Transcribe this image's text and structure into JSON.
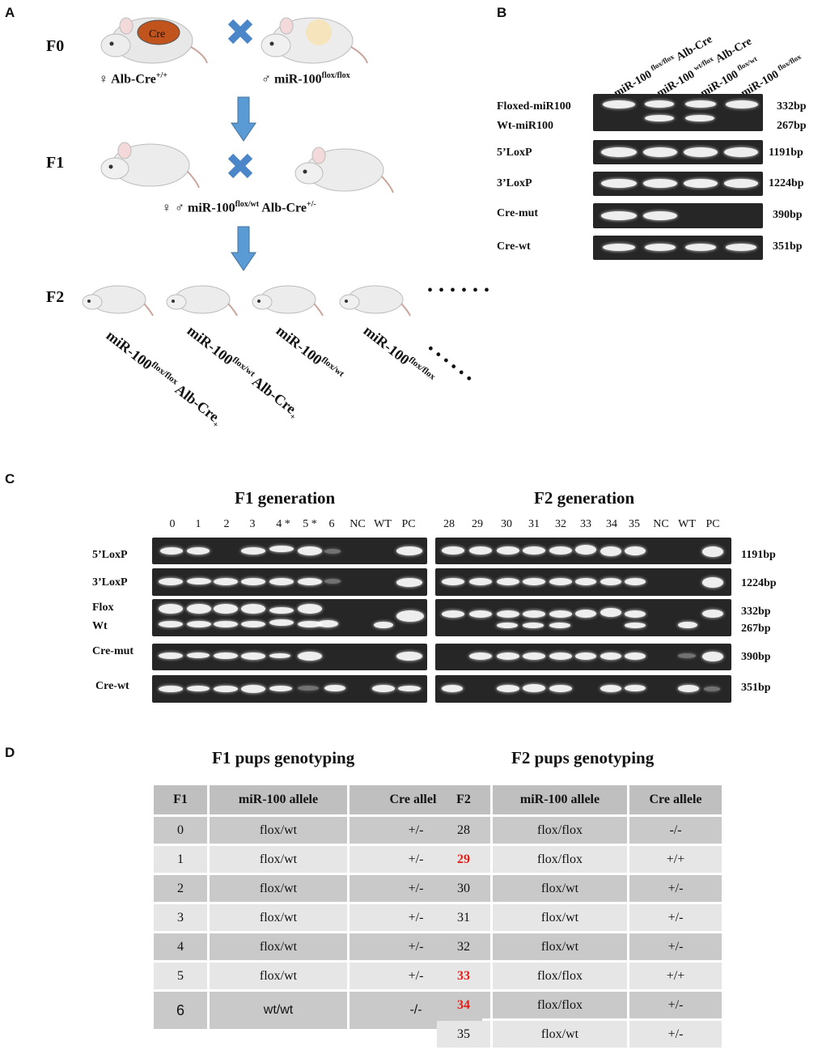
{
  "panels": {
    "A": "A",
    "B": "B",
    "C": "C",
    "D": "D"
  },
  "panelA": {
    "f0": "F0",
    "f1": "F1",
    "f2": "F2",
    "cre_label": "Cre",
    "female_f0": "♀ Alb-Cre",
    "female_f0_sup": "+/+",
    "male_f0": "♂ miR-100",
    "male_f0_sup": "flox/flox",
    "f1_cross_prefix": "♀ ♂ miR-100",
    "f1_cross_sup": "flox/wt",
    "f1_cross_suffix": " Alb-Cre",
    "f1_cross_sup2": "+/-",
    "dots": "• • • • • •",
    "f2_labels": [
      {
        "base": "miR-100",
        "sup": "flox/flox",
        "tail": " Alb-Cre",
        "tail_sup": "+"
      },
      {
        "base": "miR-100",
        "sup": "flox/wt",
        "tail": " Alb-Cre",
        "tail_sup": "+"
      },
      {
        "base": "miR-100",
        "sup": "flox/wt",
        "tail": "",
        "tail_sup": ""
      },
      {
        "base": "miR-100",
        "sup": "flox/flox",
        "tail": "",
        "tail_sup": ""
      }
    ]
  },
  "panelB": {
    "lanes": [
      {
        "base": "miR-100 ",
        "sup": "flox/flox",
        "tail": " Alb-Cre"
      },
      {
        "base": "miR-100 ",
        "sup": "wt/flox",
        "tail": " Alb-Cre"
      },
      {
        "base": "miR-100 ",
        "sup": "flox/wt",
        "tail": ""
      },
      {
        "base": "miR-100 ",
        "sup": "flox/flox",
        "tail": ""
      }
    ],
    "rows": [
      {
        "label": "Floxed-miR100",
        "bp": "332bp"
      },
      {
        "label": "Wt-miR100",
        "bp": "267bp"
      },
      {
        "label": "5’LoxP",
        "bp": "1191bp"
      },
      {
        "label": "3’LoxP",
        "bp": "1224bp"
      },
      {
        "label": "Cre-mut",
        "bp": "390bp"
      },
      {
        "label": "Cre-wt",
        "bp": "351bp"
      }
    ]
  },
  "panelC": {
    "f1_title": "F1 generation",
    "f2_title": "F2 generation",
    "f1_lanes": [
      "0",
      "1",
      "2",
      "3",
      "4 *",
      "5 *",
      "6",
      "NC",
      "WT",
      "PC"
    ],
    "f2_lanes": [
      "28",
      "29",
      "30",
      "31",
      "32",
      "33",
      "34",
      "35",
      "NC",
      "WT",
      "PC"
    ],
    "rows": [
      {
        "label": "5’LoxP",
        "bp": "1191bp"
      },
      {
        "label": "3’LoxP",
        "bp": "1224bp"
      },
      {
        "label": "Flox",
        "bp": "332bp"
      },
      {
        "label": "Wt",
        "bp": "267bp"
      },
      {
        "label": "Cre-mut",
        "bp": "390bp"
      },
      {
        "label": "Cre-wt",
        "bp": "351bp"
      }
    ]
  },
  "panelD": {
    "f1_title": "F1 pups genotyping",
    "f2_title": "F2 pups genotyping",
    "f1_headers": [
      "F1",
      "miR-100 allele",
      "Cre allele"
    ],
    "f2_headers": [
      "F2",
      "miR-100 allele",
      "Cre allele"
    ],
    "f1_rows": [
      [
        "0",
        "flox/wt",
        "+/-"
      ],
      [
        "1",
        "flox/wt",
        "+/-"
      ],
      [
        "2",
        "flox/wt",
        "+/-"
      ],
      [
        "3",
        "flox/wt",
        "+/-"
      ],
      [
        "4",
        "flox/wt",
        "+/-"
      ],
      [
        "5",
        "flox/wt",
        "+/-"
      ],
      [
        "6",
        "wt/wt",
        "-/-"
      ]
    ],
    "f2_rows": [
      [
        "28",
        "flox/flox",
        "-/-"
      ],
      [
        "29",
        "flox/flox",
        "+/+"
      ],
      [
        "30",
        "flox/wt",
        "+/-"
      ],
      [
        "31",
        "flox/wt",
        "+/-"
      ],
      [
        "32",
        "flox/wt",
        "+/-"
      ],
      [
        "33",
        "flox/flox",
        "+/+"
      ],
      [
        "34",
        "flox/flox",
        "+/-"
      ],
      [
        "35",
        "flox/wt",
        "+/-"
      ]
    ],
    "highlight_color": "#e0201b"
  }
}
